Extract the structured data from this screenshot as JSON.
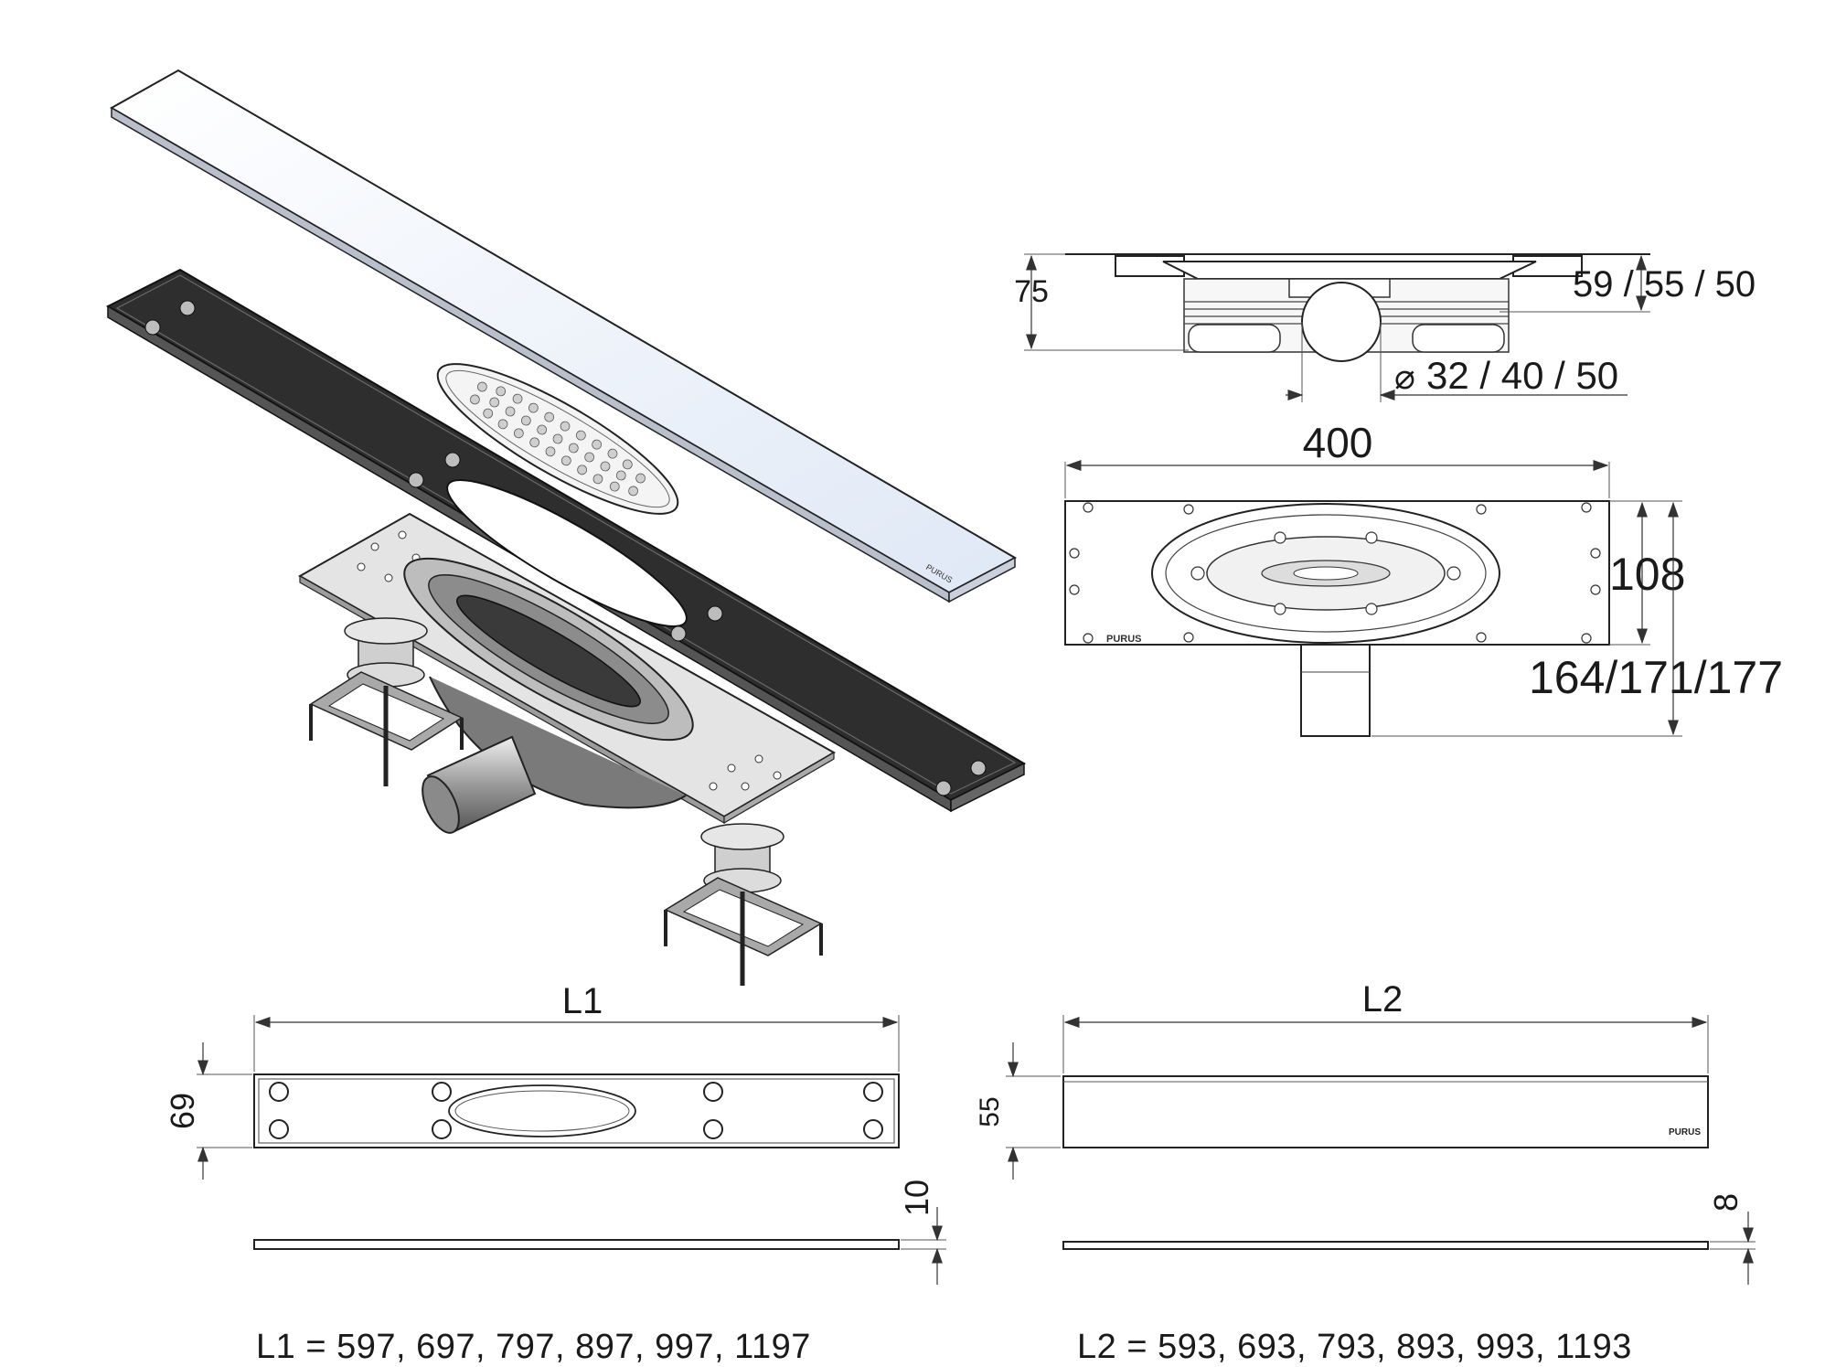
{
  "labels": {
    "height_side": "75",
    "height_options": "59 / 55 / 50",
    "outlet_diameter": "32 / 40 / 50",
    "diameter_symbol": "⌀",
    "width_top": "400",
    "depth_top": "108",
    "depth_total": "164/171/177",
    "frame_length": "L1",
    "frame_width": "69",
    "frame_thickness": "10",
    "cover_length": "L2",
    "cover_width": "55",
    "cover_thickness": "8",
    "brand_mark": "PURUS"
  },
  "formulas": {
    "l1": "L1 = 597, 697, 797, 897, 997, 1197",
    "l2": "L2 = 593, 693, 793, 893, 993, 1193"
  },
  "colors": {
    "cover_fill": "#eef3fb",
    "frame_fill": "#2e2e2e",
    "metal_fill": "#d9d9d9",
    "line": "#222222"
  }
}
